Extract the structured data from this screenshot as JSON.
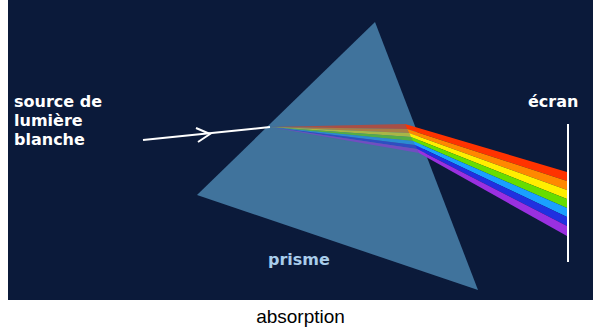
{
  "diagram": {
    "caption": "absorption",
    "labels": [
      "source de lumière blanche",
      "prisme",
      "écran"
    ]
  }
}
